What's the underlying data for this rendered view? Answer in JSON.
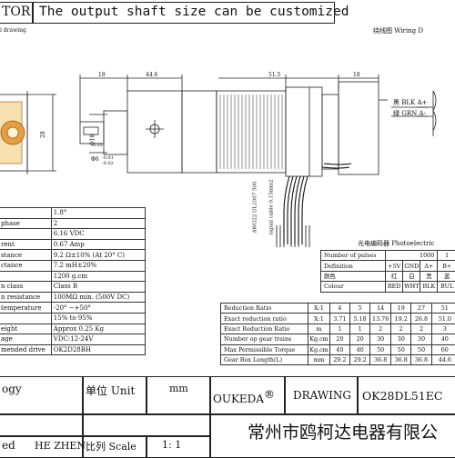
{
  "header": {
    "code": "TOR",
    "title": "The output shaft size can be customized"
  },
  "drawing": {
    "left_caption": "i drawing",
    "wiring_caption": "绕线图 Wiring D",
    "wires": [
      {
        "label": "黑 BLK A+"
      },
      {
        "label": "绿 GRN A-"
      }
    ],
    "dims": {
      "d18": "18",
      "d446": "44.6",
      "d515": "51.5",
      "d18b": "18",
      "d28": "28",
      "phi18": "Φ18",
      "phi18_tol": "-0.05",
      "phi6": "Φ6",
      "phi6_tol": "-0.01",
      "phi6_tol2": "-0.02",
      "cable": "AWG22 UL1007 500",
      "signal": "signal cable 0.15mm2"
    }
  },
  "spec_table": {
    "rows": [
      {
        "label": "",
        "value": "1.8°"
      },
      {
        "label": "phase",
        "value": "2"
      },
      {
        "label": "",
        "value": "6.16 VDC"
      },
      {
        "label": "rent",
        "value": "0.67 Amp"
      },
      {
        "label": "stance",
        "value": "9.2 Ω±10% (At 20° C)"
      },
      {
        "label": "ctance",
        "value": "7.2 mH±20%"
      },
      {
        "label": "",
        "value": "1200 g.cm"
      },
      {
        "label": "n class",
        "value": "Class B"
      },
      {
        "label": "n resistance",
        "value": "100MΩ min. (500V DC)"
      },
      {
        "label": "temperature",
        "value": "-20° ~+50°"
      },
      {
        "label": "",
        "value": "15% to 95%"
      },
      {
        "label": "eight",
        "value": "Approx 0.25 Kg"
      },
      {
        "label": "age",
        "value": "VDC:12-24V"
      },
      {
        "label": "mended drive",
        "value": "OK2D28BH"
      }
    ]
  },
  "encoder": {
    "title": "光电编码器 Photoelectric",
    "pulses_label": "Number of pulses",
    "pulses_value": "1000",
    "pulses_extra": "1",
    "definition_label": "Definition",
    "definition": [
      "+5V",
      "GND",
      "A+",
      "B+"
    ],
    "colour_cn_label": "颜色",
    "colour_cn": [
      "红",
      "白",
      "黑",
      "蓝"
    ],
    "colour_label": "Colour",
    "colour": [
      "RED",
      "WHT",
      "BLK",
      "BUL"
    ]
  },
  "reduction_table": {
    "rows": [
      {
        "label": "Reduction Ratio",
        "unit": "X:1",
        "values": [
          "4",
          "5",
          "14",
          "19",
          "27",
          "51"
        ]
      },
      {
        "label": "Exact reduction ratio",
        "unit": "X:1",
        "values": [
          "3.71",
          "5.18",
          "13.76",
          "19.2",
          "26.8",
          "51.0"
        ]
      },
      {
        "label": "Exact Reduction Ratio",
        "unit": "m",
        "values": [
          "1",
          "1",
          "2",
          "2",
          "2",
          "3"
        ]
      },
      {
        "label": "Number op gear trains",
        "unit": "Kg.cm",
        "values": [
          "20",
          "20",
          "30",
          "30",
          "30",
          "40"
        ]
      },
      {
        "label": "Max Permissible Torque",
        "unit": "Kg.cm",
        "values": [
          "40",
          "40",
          "50",
          "50",
          "50",
          "60"
        ]
      },
      {
        "label": "Gear Box Length(L)",
        "unit": "mm",
        "values": [
          "29.2",
          "29.2",
          "36.8",
          "36.8",
          "36.8",
          "44.6"
        ]
      }
    ]
  },
  "title_block": {
    "ogy": "ogy",
    "unit_label": "单位 Unit",
    "unit_value": "mm",
    "brand": "OUKEDA",
    "brand_mark": "®",
    "drawing_label": "DRAWING",
    "model": "OK28DL51EC",
    "ed": "ed",
    "drawer": "HE ZHEN",
    "scale_label": "比列 Scale",
    "scale_value": "1: 1",
    "company": "常州市鸥柯达电器有限公"
  }
}
